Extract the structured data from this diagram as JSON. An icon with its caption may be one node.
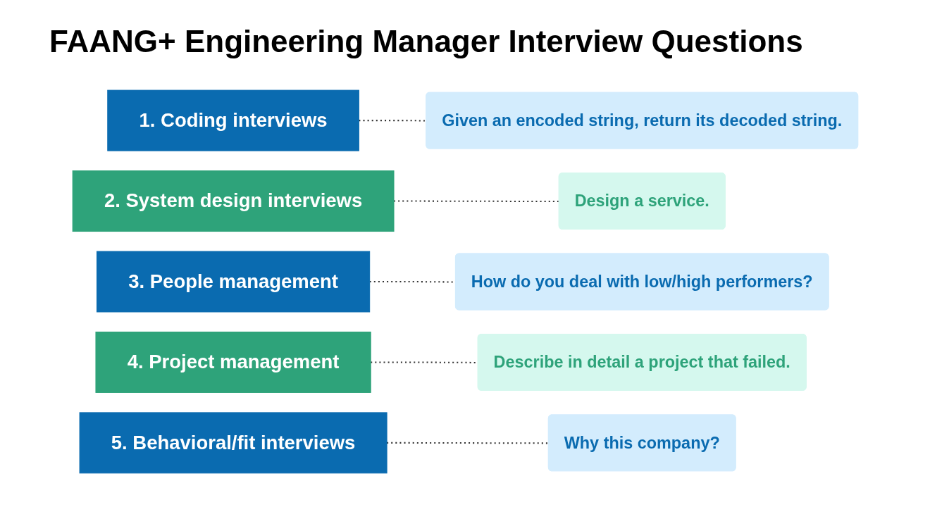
{
  "diagram": {
    "title": "FAANG+ Engineering Manager Interview Questions",
    "nodes": [
      {
        "text": [
          "1. Coding interviews"
        ]
      },
      {
        "text": [
          "Given an encoded string, return its decoded string."
        ]
      },
      {
        "text": [
          "2. System design interviews"
        ]
      },
      {
        "text": [
          "Design a service."
        ]
      },
      {
        "text": [
          "3. People management"
        ]
      },
      {
        "text": [
          "How do you deal with low/high performers?"
        ]
      },
      {
        "text": [
          "4. Project management"
        ]
      },
      {
        "text": [
          "Describe in detail a project that failed."
        ]
      },
      {
        "text": [
          "5. Behavioral/fit interviews"
        ]
      },
      {
        "text": [
          "Why this company?"
        ]
      }
    ],
    "edges": [
      {
        "from": 0,
        "to": 1,
        "arrow": "none",
        "style": "dashed"
      },
      {
        "from": 2,
        "to": 3,
        "arrow": "none",
        "style": "dashed"
      },
      {
        "from": 4,
        "to": 5,
        "arrow": "none",
        "style": "dashed"
      },
      {
        "from": 6,
        "to": 7,
        "arrow": "none",
        "style": "dashed"
      },
      {
        "from": 8,
        "to": 9,
        "arrow": "none",
        "style": "dashed"
      }
    ]
  }
}
